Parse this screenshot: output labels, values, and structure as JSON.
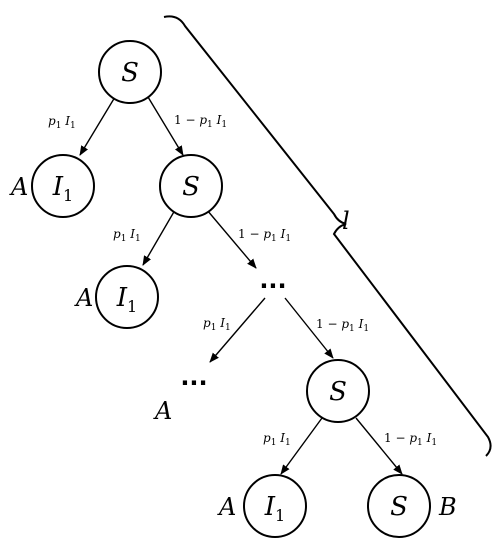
{
  "nodes": {
    "s_root": "S",
    "i_level1": "I",
    "i_level1_sub": "1",
    "s_level1": "S",
    "i_level2": "I",
    "i_level2_sub": "1",
    "s_level3": "S",
    "i_level4": "I",
    "i_level4_sub": "1",
    "s_level4": "S"
  },
  "side_labels": {
    "a1": "A",
    "a2": "A",
    "a3": "A",
    "a4": "A",
    "b": "B",
    "brace_l": "l"
  },
  "ellipsis": {
    "middle": "...",
    "left": "..."
  },
  "edge_labels": {
    "p": {
      "p": "p",
      "p_sub": "1",
      "i": "I",
      "i_sub": "1"
    },
    "q": {
      "one_minus": "1 − ",
      "p": "p",
      "p_sub": "1",
      "i": "I",
      "i_sub": "1"
    }
  }
}
